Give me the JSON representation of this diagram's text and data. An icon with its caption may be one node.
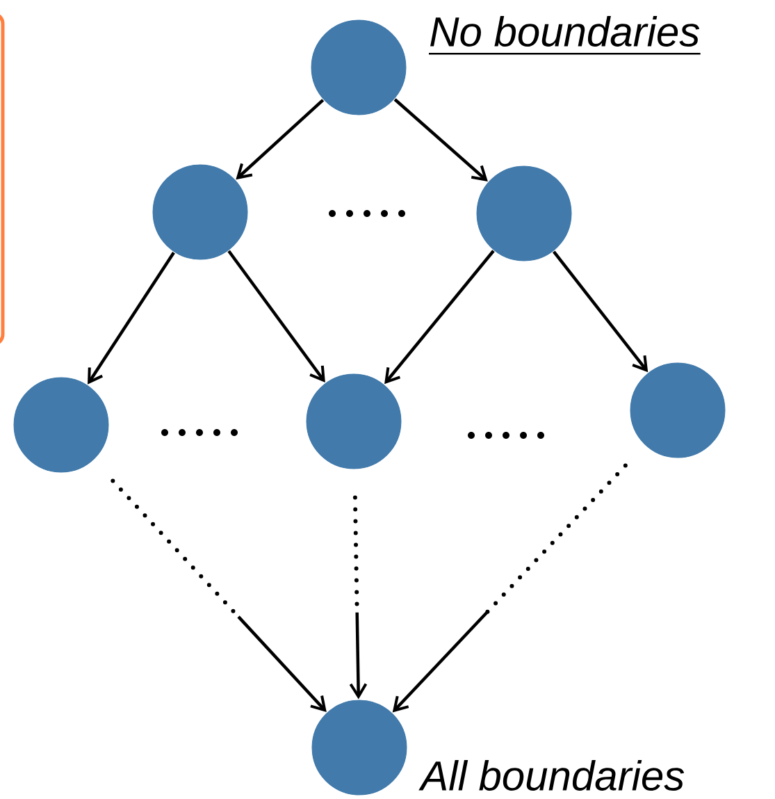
{
  "diagram": {
    "nodes": [
      {
        "text": [],
        "shape": "circle",
        "beside": [
          "No boundaries"
        ]
      },
      {
        "text": [],
        "shape": "circle"
      },
      {
        "text": [],
        "shape": "circle"
      },
      {
        "text": [],
        "shape": "circle"
      },
      {
        "text": [],
        "shape": "circle"
      },
      {
        "text": [],
        "shape": "circle"
      },
      {
        "text": [],
        "shape": "circle",
        "beside": [
          "All boundaries"
        ]
      }
    ],
    "edges": [
      {
        "from": 0,
        "to": 1,
        "arrow": "to"
      },
      {
        "from": 0,
        "to": 2,
        "arrow": "to"
      },
      {
        "from": 1,
        "to": 3,
        "arrow": "to"
      },
      {
        "from": 1,
        "to": 4,
        "arrow": "to"
      },
      {
        "from": 2,
        "to": 4,
        "arrow": "to"
      },
      {
        "from": 2,
        "to": 5,
        "arrow": "to"
      },
      {
        "from": 3,
        "to": 6,
        "arrow": "to",
        "style": "dashed"
      },
      {
        "from": 4,
        "to": 6,
        "arrow": "to",
        "style": "dashed"
      },
      {
        "from": 5,
        "to": 6,
        "arrow": "to",
        "style": "dashed"
      }
    ]
  }
}
